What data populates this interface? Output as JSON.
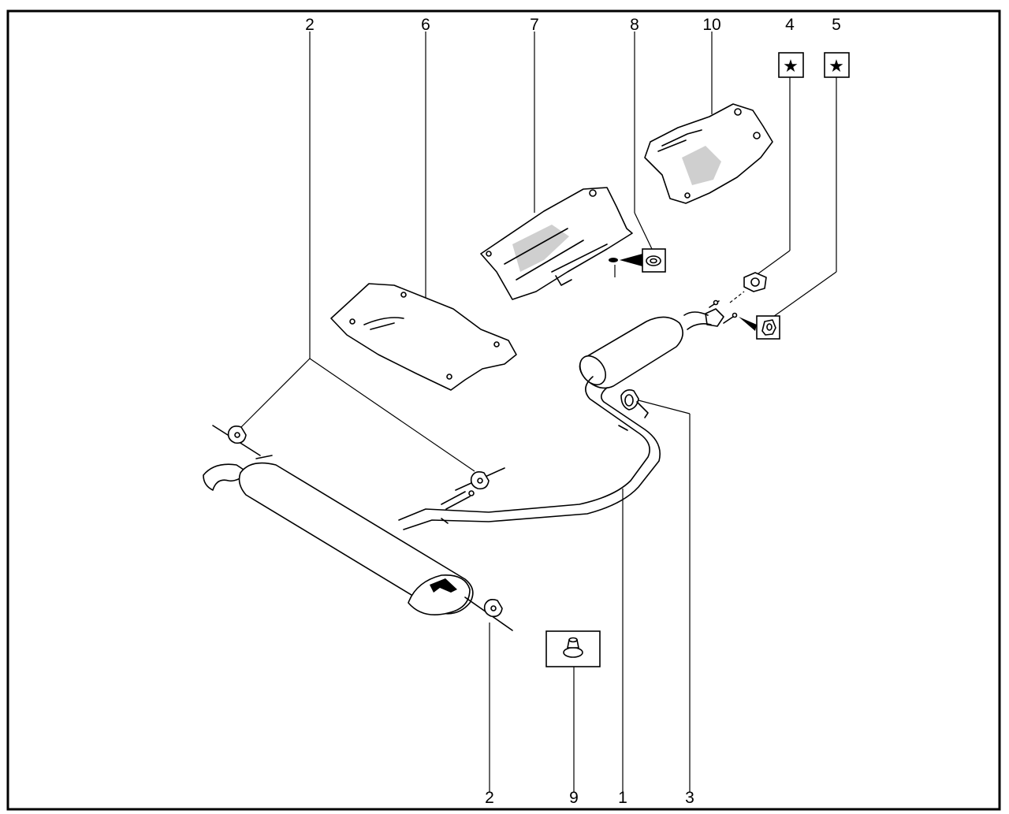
{
  "callouts": {
    "c2_top": "2",
    "c6": "6",
    "c7": "7",
    "c8": "8",
    "c10": "10",
    "c4": "4",
    "c5": "5",
    "c2_bottom": "2",
    "c9": "9",
    "c1": "1",
    "c3": "3"
  },
  "symbols": {
    "star_4": "★",
    "star_5": "★"
  }
}
